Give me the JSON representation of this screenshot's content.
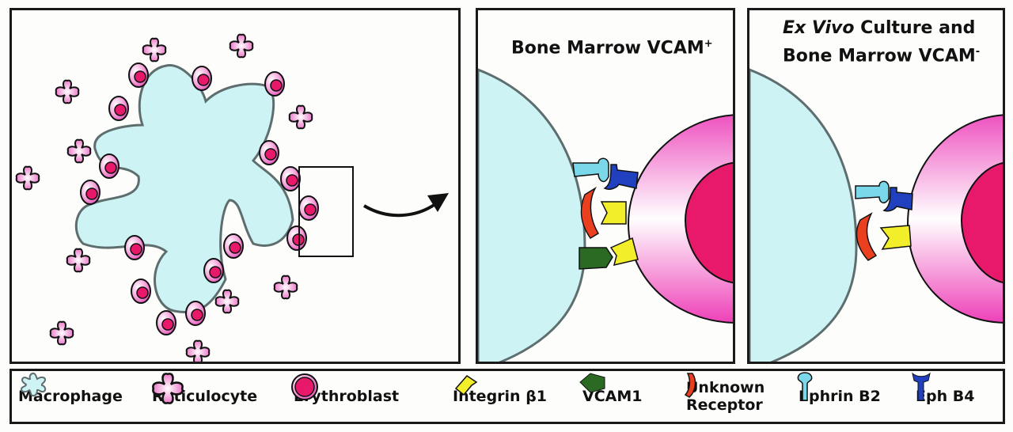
{
  "panels": {
    "overview": {
      "description": "Macrophage surrounded by erythroblasts and reticulocytes; boxed region expanded via arrow"
    },
    "bone_marrow_vcam_pos": {
      "title": "Bone Marrow VCAM",
      "title_sup": "+",
      "interactions": [
        "Ephrin B2 - Eph B4",
        "Unknown Receptor - Integrin β1",
        "VCAM1 - Integrin β1"
      ]
    },
    "ex_vivo": {
      "title_italic": "Ex Vivo",
      "title_rest": " Culture and",
      "title_line2": "Bone Marrow VCAM",
      "title_sup": "-",
      "interactions": [
        "Ephrin B2 - Eph B4",
        "Unknown Receptor - Integrin β1"
      ]
    }
  },
  "legend": {
    "items": [
      {
        "label": "Macrophage",
        "icon": "macrophage-icon"
      },
      {
        "label": "Reticulocyte",
        "icon": "reticulocyte-icon"
      },
      {
        "label": "Erythroblast",
        "icon": "erythroblast-icon"
      },
      {
        "label": "Integrin β1",
        "icon": "integrin-icon"
      },
      {
        "label": "VCAM1",
        "icon": "vcam1-icon"
      },
      {
        "label_line1": "Unknown",
        "label_line2": "Receptor",
        "icon": "unknown-receptor-icon"
      },
      {
        "label": "Ephrin B2",
        "icon": "ephrin-b2-icon"
      },
      {
        "label": "Eph B4",
        "icon": "eph-b4-icon"
      }
    ]
  },
  "colors": {
    "macrophage": "#cdf3f5",
    "macrophage_outline": "#5e6e6e",
    "erythroblast_nucleus": "#e8186a",
    "erythroblast_body": "#f060c0",
    "integrin": "#f2ee2a",
    "vcam1": "#2a6a22",
    "unknown_receptor": "#ea4020",
    "ephrin_b2": "#7ad8ea",
    "eph_b4": "#2040c0"
  }
}
